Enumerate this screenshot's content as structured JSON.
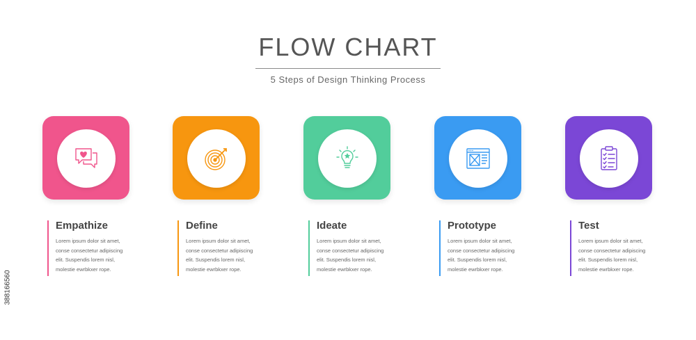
{
  "header": {
    "title": "FLOW CHART",
    "subtitle": "5 Steps of Design Thinking Process"
  },
  "stock_id": "388166560",
  "steps": [
    {
      "label": "Empathize",
      "color": "#f0558c",
      "icon": "heart-chat-icon",
      "desc": [
        "Lorem ipsum dolor sit amet,",
        "conse consectetur adipiscing",
        "elit. Suspendis lorem nisl,",
        "molestie ewrbkxer rope."
      ]
    },
    {
      "label": "Define",
      "color": "#f7960f",
      "icon": "target-icon",
      "desc": [
        "Lorem ipsum dolor sit amet,",
        "conse consectetur adipiscing",
        "elit. Suspendis lorem nisl,",
        "molestie ewrbkxer rope."
      ]
    },
    {
      "label": "Ideate",
      "color": "#52cd9b",
      "icon": "lightbulb-icon",
      "desc": [
        "Lorem ipsum dolor sit amet,",
        "conse consectetur adipiscing",
        "elit. Suspendis lorem nisl,",
        "molestie ewrbkxer rope."
      ]
    },
    {
      "label": "Prototype",
      "color": "#3a9bf2",
      "icon": "wireframe-window-icon",
      "desc": [
        "Lorem ipsum dolor sit amet,",
        "conse consectetur adipiscing",
        "elit. Suspendis lorem nisl,",
        "molestie ewrbkxer rope."
      ]
    },
    {
      "label": "Test",
      "color": "#7b47d6",
      "icon": "clipboard-checklist-icon",
      "desc": [
        "Lorem ipsum dolor sit amet,",
        "conse consectetur adipiscing",
        "elit. Suspendis lorem nisl,",
        "molestie ewrbkxer rope."
      ]
    }
  ]
}
